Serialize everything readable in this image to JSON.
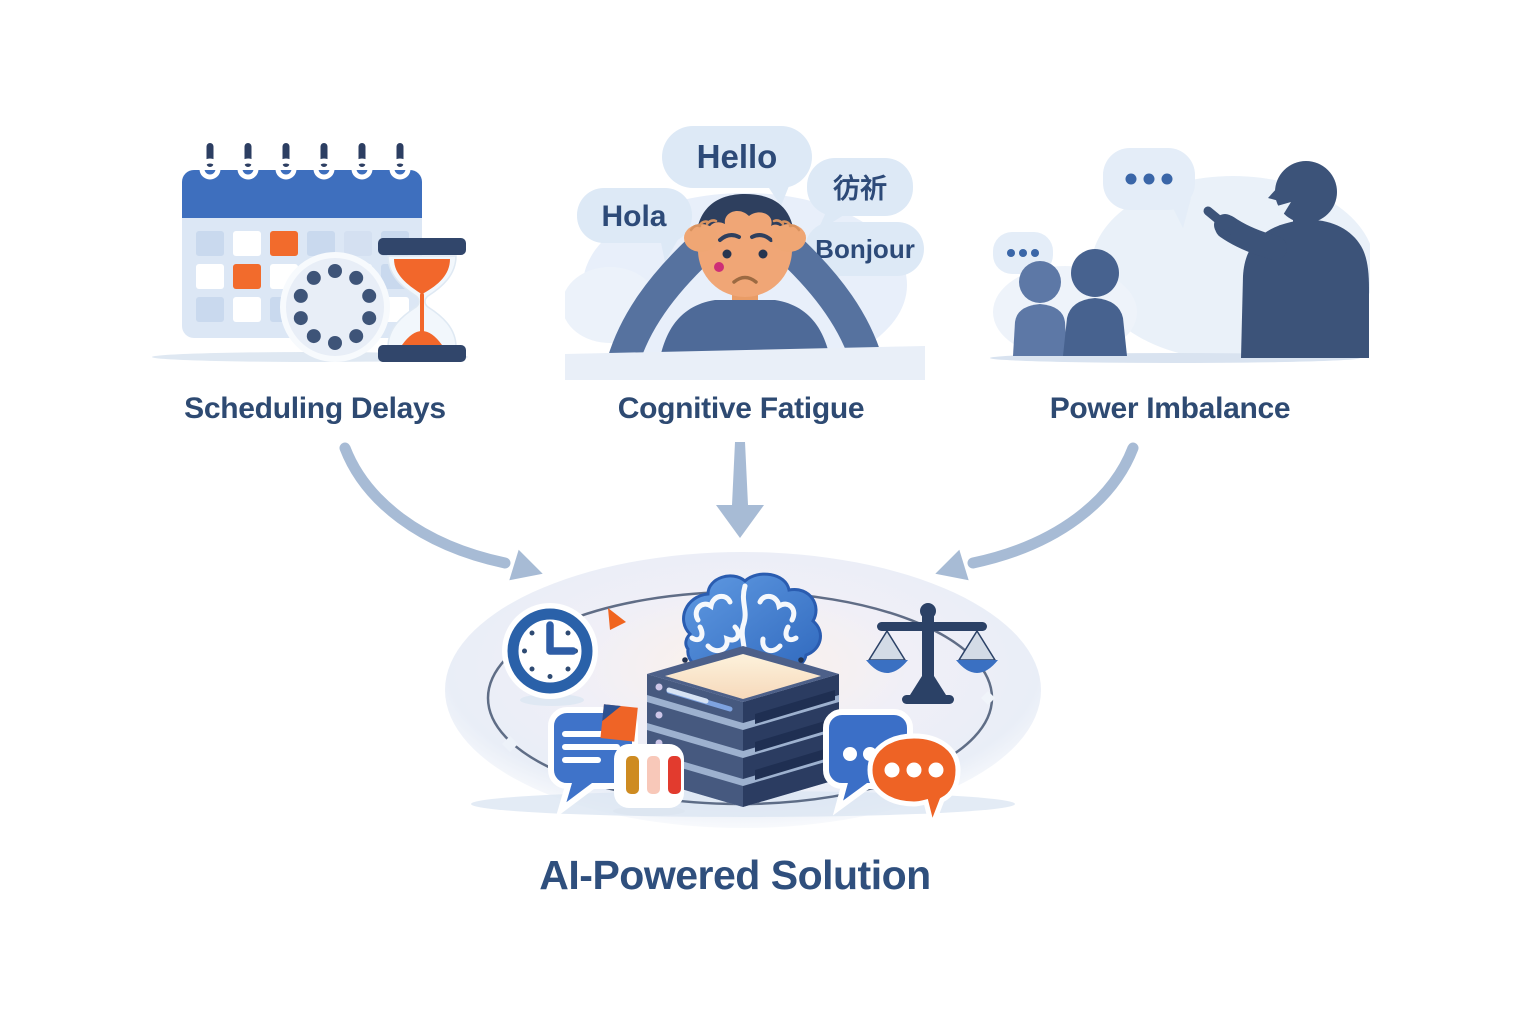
{
  "page": {
    "background": "#ffffff"
  },
  "problems": [
    {
      "label": "Scheduling Delays"
    },
    {
      "label": "Cognitive Fatigue"
    },
    {
      "label": "Power Imbalance"
    }
  ],
  "speech_bubbles": {
    "hola": "Hola",
    "hello": "Hello",
    "chinese": "彷祈",
    "bonjour": "Bonjour"
  },
  "solution": {
    "title": "AI-Powered Solution"
  },
  "colors": {
    "label_text": "#2e4a72",
    "accent_orange": "#f2672b",
    "calendar_blue": "#3e6fbe",
    "arrow": "#a7bbd5",
    "bubble_bg": "#dde9f6",
    "silhouette_navy": "#3c5379",
    "chat_blue": "#3f73c9",
    "brain_blue": "#3f7cd0"
  }
}
